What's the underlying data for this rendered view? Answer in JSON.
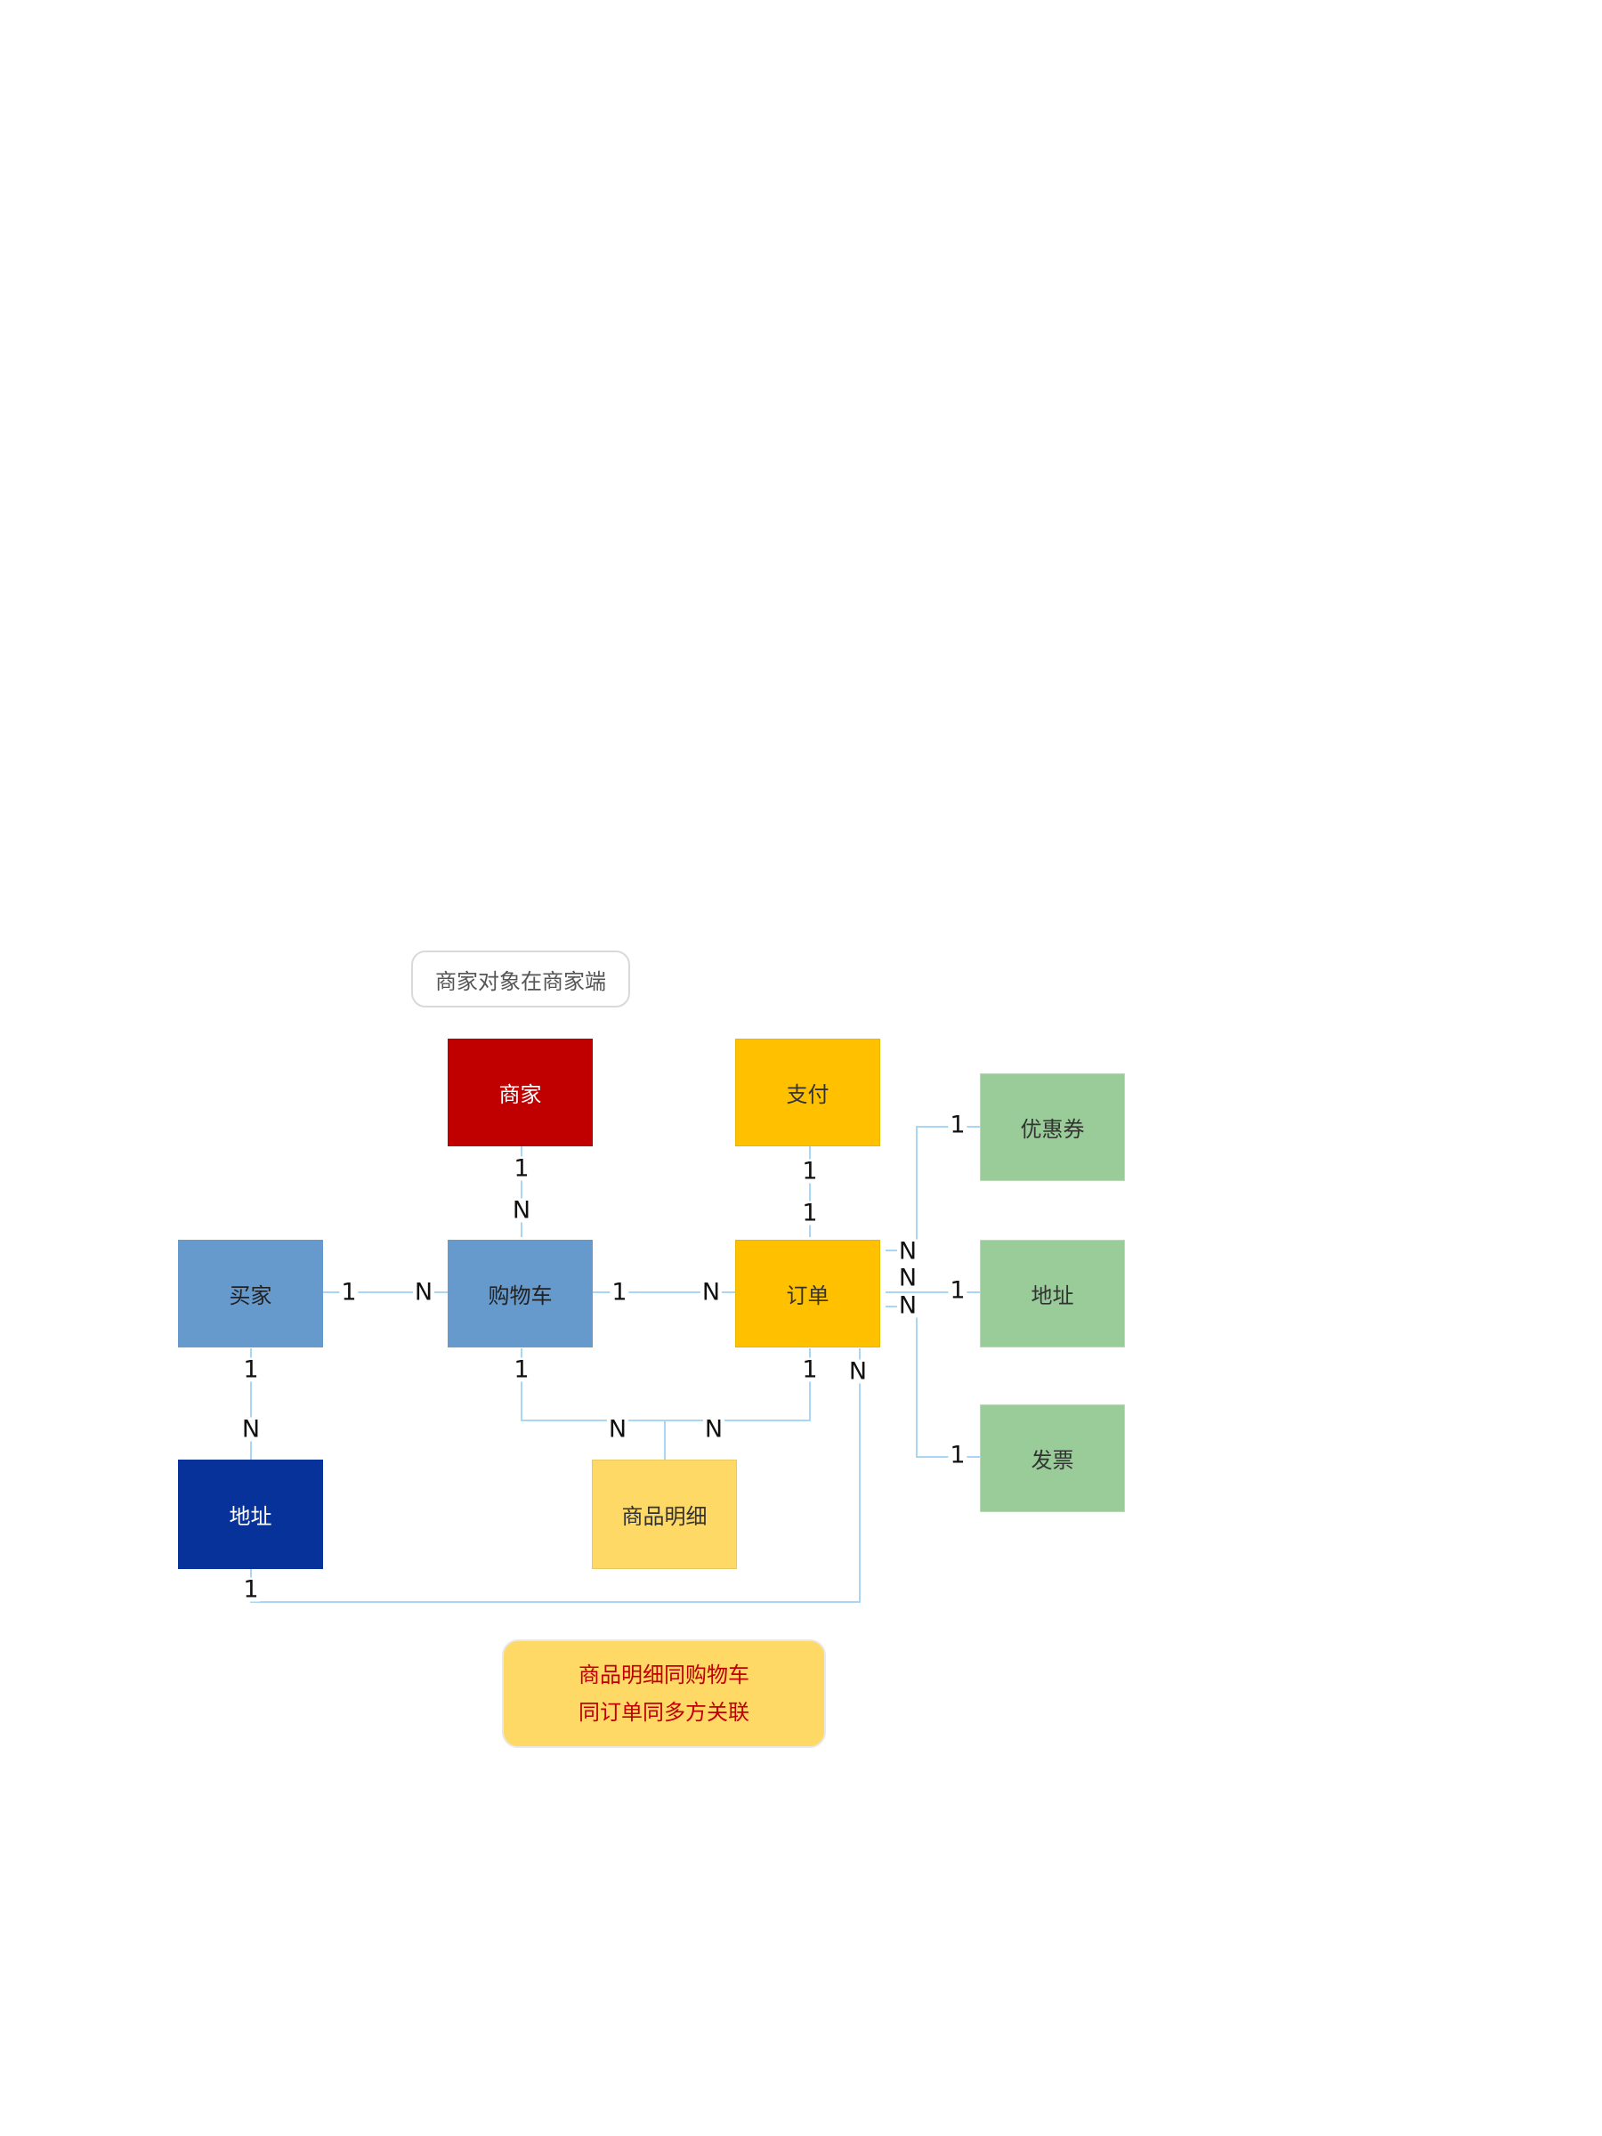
{
  "entities": {
    "merchant": {
      "label": "商家",
      "color": "#c00000",
      "text_color": "#ffffff"
    },
    "payment": {
      "label": "支付",
      "color": "#ffc000",
      "text_color": "#333333"
    },
    "buyer": {
      "label": "买家",
      "color": "#6699cc",
      "text_color": "#222222"
    },
    "cart": {
      "label": "购物车",
      "color": "#6699cc",
      "text_color": "#222222"
    },
    "order": {
      "label": "订单",
      "color": "#ffc000",
      "text_color": "#333333"
    },
    "coupon": {
      "label": "优惠券",
      "color": "#99cc99",
      "text_color": "#333333"
    },
    "order_address": {
      "label": "地址",
      "color": "#99cc99",
      "text_color": "#333333"
    },
    "invoice": {
      "label": "发票",
      "color": "#99cc99",
      "text_color": "#333333"
    },
    "buyer_address": {
      "label": "地址",
      "color": "#07329a",
      "text_color": "#ffffff"
    },
    "item_detail": {
      "label": "商品明细",
      "color": "#ffd966",
      "text_color": "#333333"
    }
  },
  "notes": {
    "merchant_note": "商家对象在商家端",
    "relation_note_line1": "商品明细同购物车",
    "relation_note_line2": "同订单同多方关联"
  },
  "cardinalities": {
    "merchant_cart_1": "1",
    "merchant_cart_n": "N",
    "payment_order_1a": "1",
    "payment_order_1b": "1",
    "buyer_cart_1": "1",
    "buyer_cart_n": "N",
    "cart_order_1": "1",
    "cart_order_n": "N",
    "order_coupon_n": "N",
    "order_address_n": "N",
    "order_invoice_n": "N",
    "coupon_1": "1",
    "order_address_1": "1",
    "invoice_1": "1",
    "buyer_address_1": "1",
    "buyer_address_n": "N",
    "cart_detail_1": "1",
    "cart_detail_n": "N",
    "order_detail_1": "1",
    "order_detail_n": "N",
    "order_buyer_address_n": "N",
    "buyer_address_order_1": "1"
  },
  "colors": {
    "connector": "#a9d6f5",
    "note_text_red": "#c00000",
    "note_fill": "#ffd966"
  }
}
